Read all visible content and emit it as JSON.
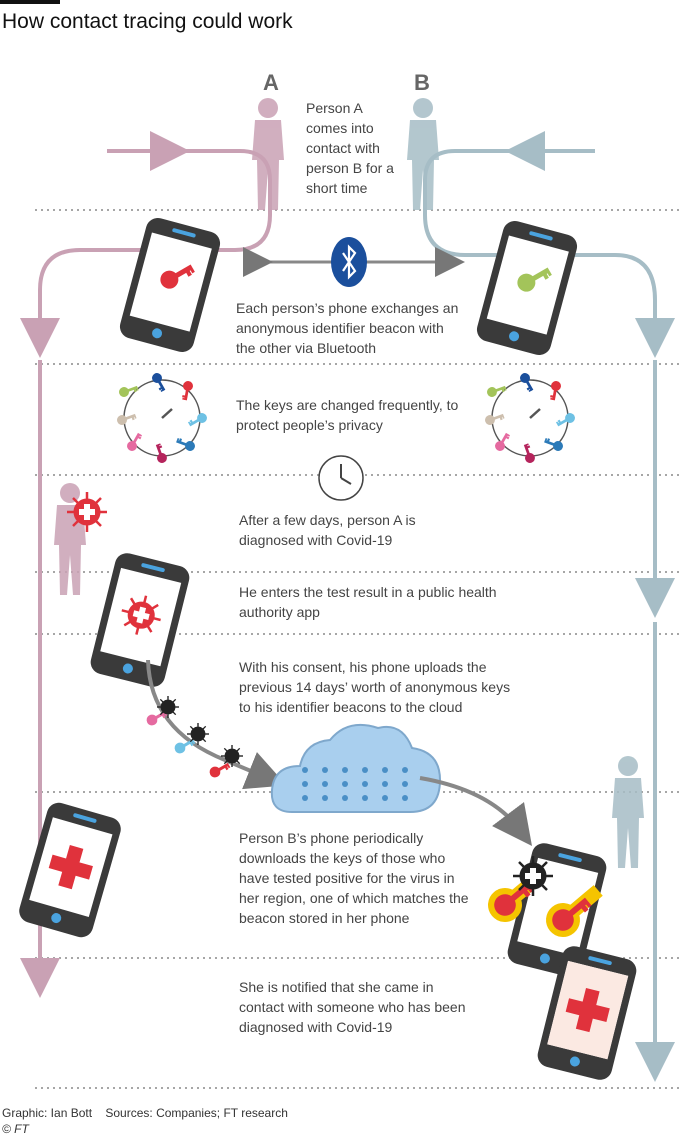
{
  "title": "How contact tracing could work",
  "persons": {
    "a": "A",
    "b": "B"
  },
  "steps": [
    "Person A comes into contact with person B for a short time",
    "Each person’s phone exchanges an anonymous identifier beacon with the other via Bluetooth",
    "The keys are changed frequently, to protect people’s privacy",
    "After a few days, person A is diagnosed with Covid-19",
    "He enters the test result in a public health authority app",
    "With his consent, his phone uploads the previous 14 days’ worth of anonymous keys to his identifier beacons to the cloud",
    "Person B’s phone periodically downloads the keys of those who have tested positive for the virus in her region, one of which matches the beacon stored in her phone",
    "She is notified that she came in contact with someone who has been diagnosed with Covid-19"
  ],
  "footer": {
    "credit": "Graphic: Ian Bott    Sources: Companies; FT research",
    "copyright": "© FT"
  },
  "colors": {
    "personA": "#c9a1b4",
    "personB": "#a6bdc6",
    "phone": "#3a3a3a",
    "cloud": "#a9cfee",
    "key_red": "#e0323c",
    "key_green": "#a3c45a",
    "bluetooth": "#1b4f9c"
  }
}
